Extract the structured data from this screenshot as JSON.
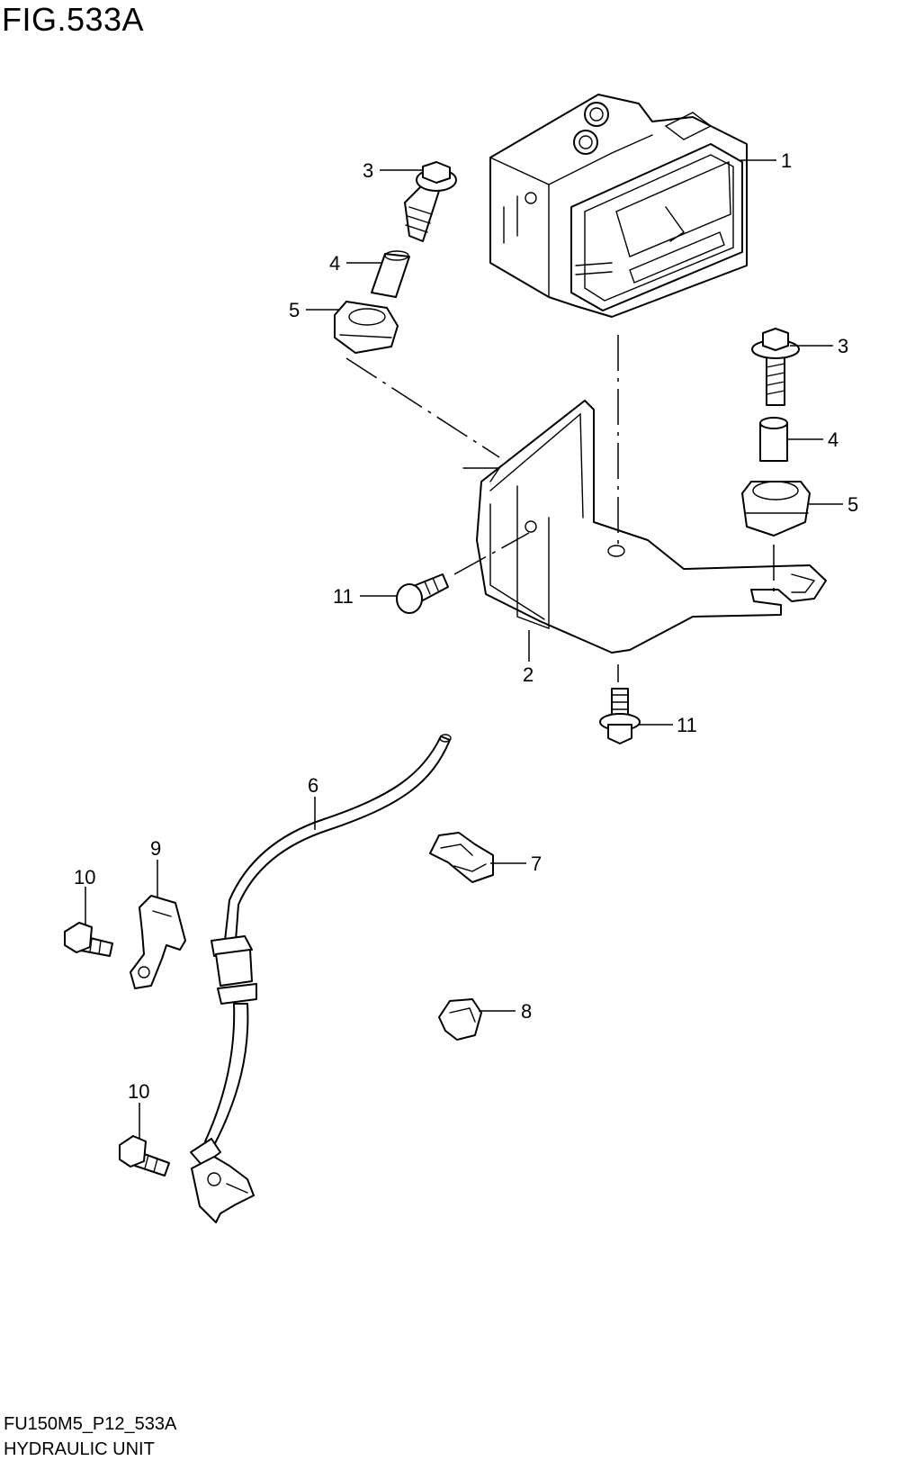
{
  "figure": {
    "title": "FIG.533A",
    "code": "FU150M5_P12_533A",
    "name": "HYDRAULIC UNIT"
  },
  "callouts": [
    {
      "id": "c1",
      "text": "1"
    },
    {
      "id": "c2",
      "text": "2"
    },
    {
      "id": "c3a",
      "text": "3"
    },
    {
      "id": "c3b",
      "text": "3"
    },
    {
      "id": "c4a",
      "text": "4"
    },
    {
      "id": "c4b",
      "text": "4"
    },
    {
      "id": "c5a",
      "text": "5"
    },
    {
      "id": "c5b",
      "text": "5"
    },
    {
      "id": "c6",
      "text": "6"
    },
    {
      "id": "c7",
      "text": "7"
    },
    {
      "id": "c8",
      "text": "8"
    },
    {
      "id": "c9",
      "text": "9"
    },
    {
      "id": "c10a",
      "text": "10"
    },
    {
      "id": "c10b",
      "text": "10"
    },
    {
      "id": "c11a",
      "text": "11"
    },
    {
      "id": "c11b",
      "text": "11"
    }
  ]
}
